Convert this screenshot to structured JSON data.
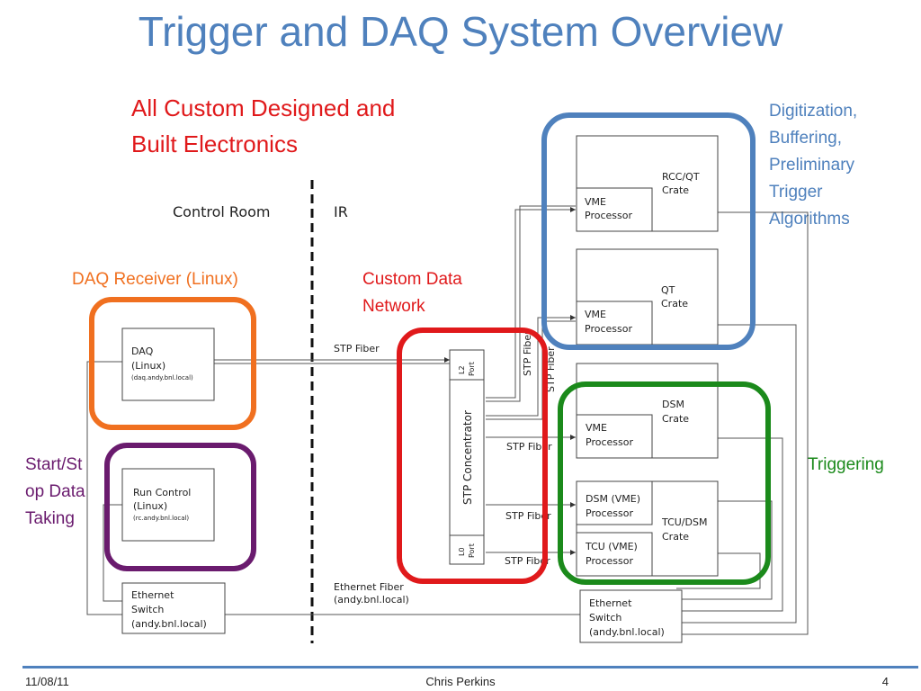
{
  "title": "Trigger and DAQ System Overview",
  "callouts": {
    "custom": "All Custom Designed and Built Electronics",
    "custom_line1": "All Custom Designed and",
    "custom_line2": "Built Electronics",
    "digitization": [
      "Digitization,",
      "Buffering,",
      "Preliminary",
      "Trigger",
      "Algorithms"
    ],
    "daq_receiver": "DAQ Receiver (Linux)",
    "custom_network": [
      "Custom Data",
      "Network"
    ],
    "start_stop": [
      "Start/St",
      "op Data",
      "Taking"
    ],
    "triggering": "Triggering"
  },
  "colors": {
    "title": "#4f81bd",
    "custom": "#e0191b",
    "digitization": "#4f81bd",
    "daq_receiver": "#f07020",
    "custom_network": "#e0191b",
    "start_stop": "#6a1b6e",
    "triggering": "#1b8a1b"
  },
  "diagram": {
    "control_room": "Control Room",
    "ir": "IR",
    "daq": {
      "name": "DAQ",
      "os": "(Linux)",
      "host": "(daq.andy.bnl.local)"
    },
    "run_control": {
      "name": "Run Control",
      "os": "(Linux)",
      "host": "(rc.andy.bnl.local)"
    },
    "ethernet_switch_left": [
      "Ethernet",
      "Switch",
      "(andy.bnl.local)"
    ],
    "ethernet_switch_right": [
      "Ethernet",
      "Switch",
      "(andy.bnl.local)"
    ],
    "ethernet_fiber": [
      "Ethernet Fiber",
      "(andy.bnl.local)"
    ],
    "stp_fiber": "STP Fiber",
    "stp_concentrator": "STP Concentrator",
    "l2_port": [
      "L2",
      "Port"
    ],
    "l0_port": [
      "L0",
      "Port"
    ],
    "rcc_qt_crate": [
      "RCC/QT",
      "Crate"
    ],
    "qt_crate": [
      "QT",
      "Crate"
    ],
    "dsm_crate": [
      "DSM",
      "Crate"
    ],
    "tcu_dsm_crate": [
      "TCU/DSM",
      "Crate"
    ],
    "vme_processor": [
      "VME",
      "Processor"
    ],
    "dsm_vme_processor": [
      "DSM (VME)",
      "Processor"
    ],
    "tcu_vme_processor": [
      "TCU (VME)",
      "Processor"
    ]
  },
  "footer": {
    "date": "11/08/11",
    "author": "Chris Perkins",
    "page": "4"
  }
}
